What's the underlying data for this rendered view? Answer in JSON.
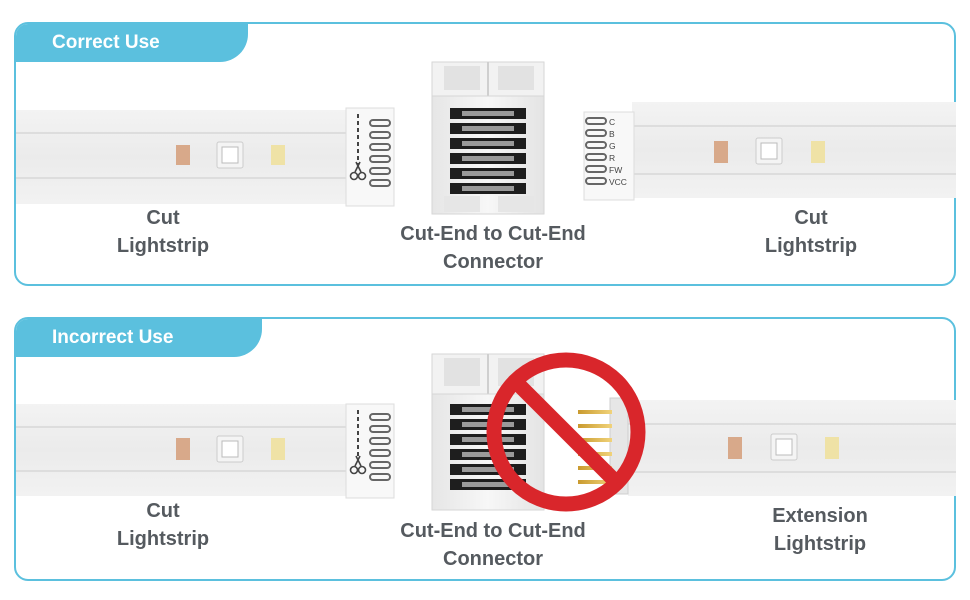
{
  "correct": {
    "heading": "Correct Use",
    "left_caption": [
      "Cut",
      "Lightstrip"
    ],
    "center_caption": [
      "Cut-End to Cut-End",
      "Connector"
    ],
    "right_caption": [
      "Cut",
      "Lightstrip"
    ],
    "pin_labels": [
      "C",
      "B",
      "G",
      "R",
      "FW",
      "VCC"
    ]
  },
  "incorrect": {
    "heading": "Incorrect Use",
    "left_caption": [
      "Cut",
      "Lightstrip"
    ],
    "center_caption": [
      "Cut-End to Cut-End",
      "Connector"
    ],
    "right_caption": [
      "Extension",
      "Lightstrip"
    ]
  },
  "colors": {
    "accent": "#5bc0de",
    "prohibition": "#d9262b",
    "caption_text": "#555a5f",
    "led_warm": "#d8a98a",
    "led_yellow": "#efe2a6"
  },
  "icons": [
    "scissors-icon",
    "no-entry-icon"
  ]
}
